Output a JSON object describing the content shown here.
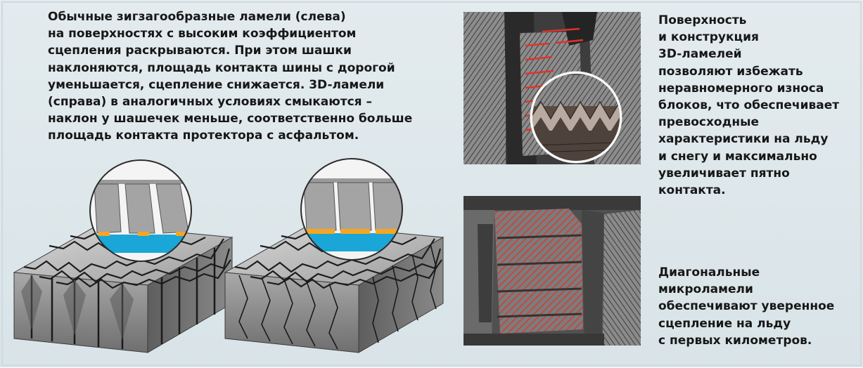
{
  "intro": {
    "lines": [
      "Обычные зигзагообразные ламели (слева)",
      "на поверхностях с высоким коэффициентом",
      "сцепления раскрываются. При этом шашки",
      "наклоняются, площадь контакта шины с дорогой",
      "уменьшается, сцепление снижается. 3D-ламели",
      "(справа) в аналогичных условиях смыкаются –",
      "наклон у шашечек меньше, соответственно больше",
      "площадь контакта протектора с асфальтом."
    ]
  },
  "side_top": {
    "lines": [
      "Поверхность",
      "и конструкция",
      "3D-ламелей",
      "позволяют избежать",
      "неравномерного износа",
      "блоков, что обеспечивает",
      "превосходные",
      "характеристики на льду",
      "и снегу и максимально",
      "увеличивает пятно",
      "контакта."
    ]
  },
  "side_bottom": {
    "lines": [
      "Диагональные",
      "микроламели",
      "обеспечивают уверенное",
      "сцепление на льду",
      "с первых километров."
    ]
  },
  "colors": {
    "background": "#dde7ea",
    "text": "#171717",
    "road": "#1aa6d6",
    "contact_patch": "#f5a623",
    "red_marking": "#e0322a",
    "rubber_gray": "#8e8e8e"
  },
  "illustrations": {
    "left_block": "tread-block-zigzag-sipes",
    "right_block": "tread-block-3d-sipes",
    "photo_top": "3d-sipe-tread-photo",
    "photo_bottom": "diagonal-microsipes-tread-photo"
  }
}
